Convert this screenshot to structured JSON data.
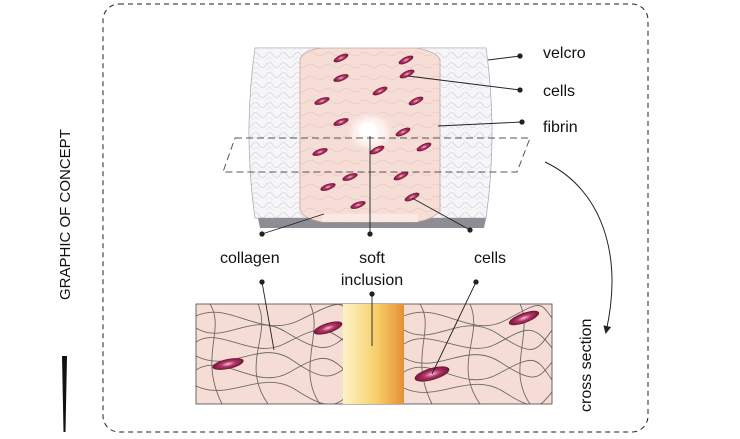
{
  "side_title": "GRAPHIC OF CONCEPT",
  "labels": {
    "velcro": "velcro",
    "cells_top": "cells",
    "fibrin": "fibrin",
    "collagen": "collagen",
    "soft_inclusion_line1": "soft",
    "soft_inclusion_line2": "inclusion",
    "cells_bottom": "cells",
    "cross_section": "cross section"
  },
  "colors": {
    "frame": "#222222",
    "text": "#111111",
    "cell": "#a02a55",
    "cell_light": "#e9a5bf",
    "fibrin": "#f6ddd6",
    "velcro": "#ececf0",
    "inclusion_top": "#fbe9a8",
    "inclusion_bottom": "#e9a24b",
    "fiber": "#555555"
  }
}
